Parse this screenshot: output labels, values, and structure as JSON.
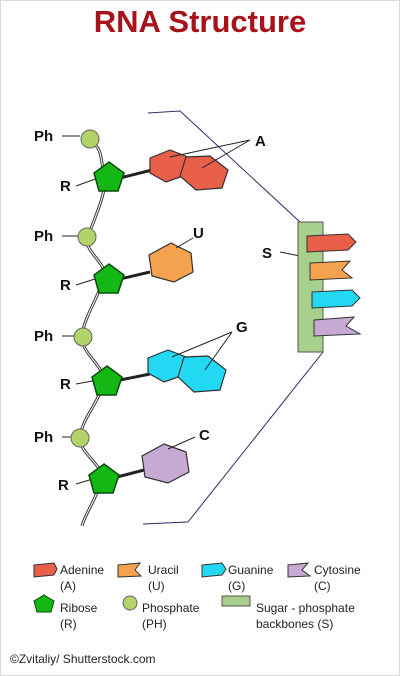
{
  "title": "RNA Structure",
  "labels": {
    "phosphate": "Ph",
    "ribose": "R",
    "adenine": "A",
    "uracil": "U",
    "guanine": "G",
    "cytosine": "C",
    "backbone": "S"
  },
  "legend": {
    "adenine": [
      "Adenine",
      "(A)"
    ],
    "uracil": [
      "Uracil",
      "(U)"
    ],
    "guanine": [
      "Guanine",
      "(G)"
    ],
    "cytosine": [
      "Cytosine",
      "(C)"
    ],
    "ribose": [
      "Ribose",
      "(R)"
    ],
    "phosphate": [
      "Phosphate",
      "(PH)"
    ],
    "backbone": [
      "Sugar - phosphate",
      "backbones (S)"
    ]
  },
  "credit": "©Zvitaliy/ Shutterstock.com",
  "colors": {
    "title": "#a8121a",
    "adenine": "#e8604a",
    "uracil": "#f4a24e",
    "guanine": "#22d8f2",
    "cytosine": "#c6aad4",
    "ribose": "#14b814",
    "phosphate": "#b2d36a",
    "backbone": "#a8d08d"
  }
}
